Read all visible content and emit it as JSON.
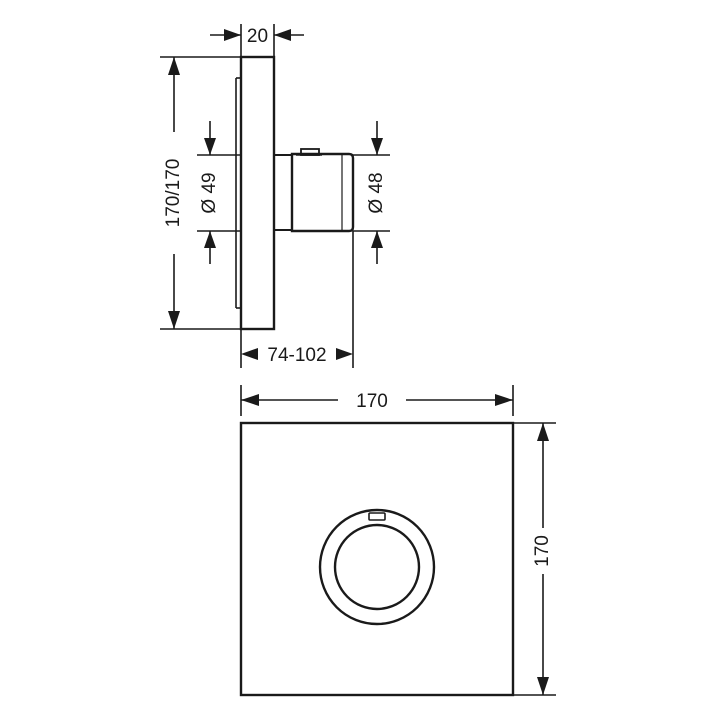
{
  "dimensions": {
    "top_depth": "20",
    "side_height": "170/170",
    "left_diameter": "Ø 49",
    "right_diameter": "Ø 48",
    "protrusion": "74-102",
    "front_width": "170",
    "front_height": "170"
  },
  "colors": {
    "line": "#1a1a1a",
    "background": "#ffffff"
  }
}
